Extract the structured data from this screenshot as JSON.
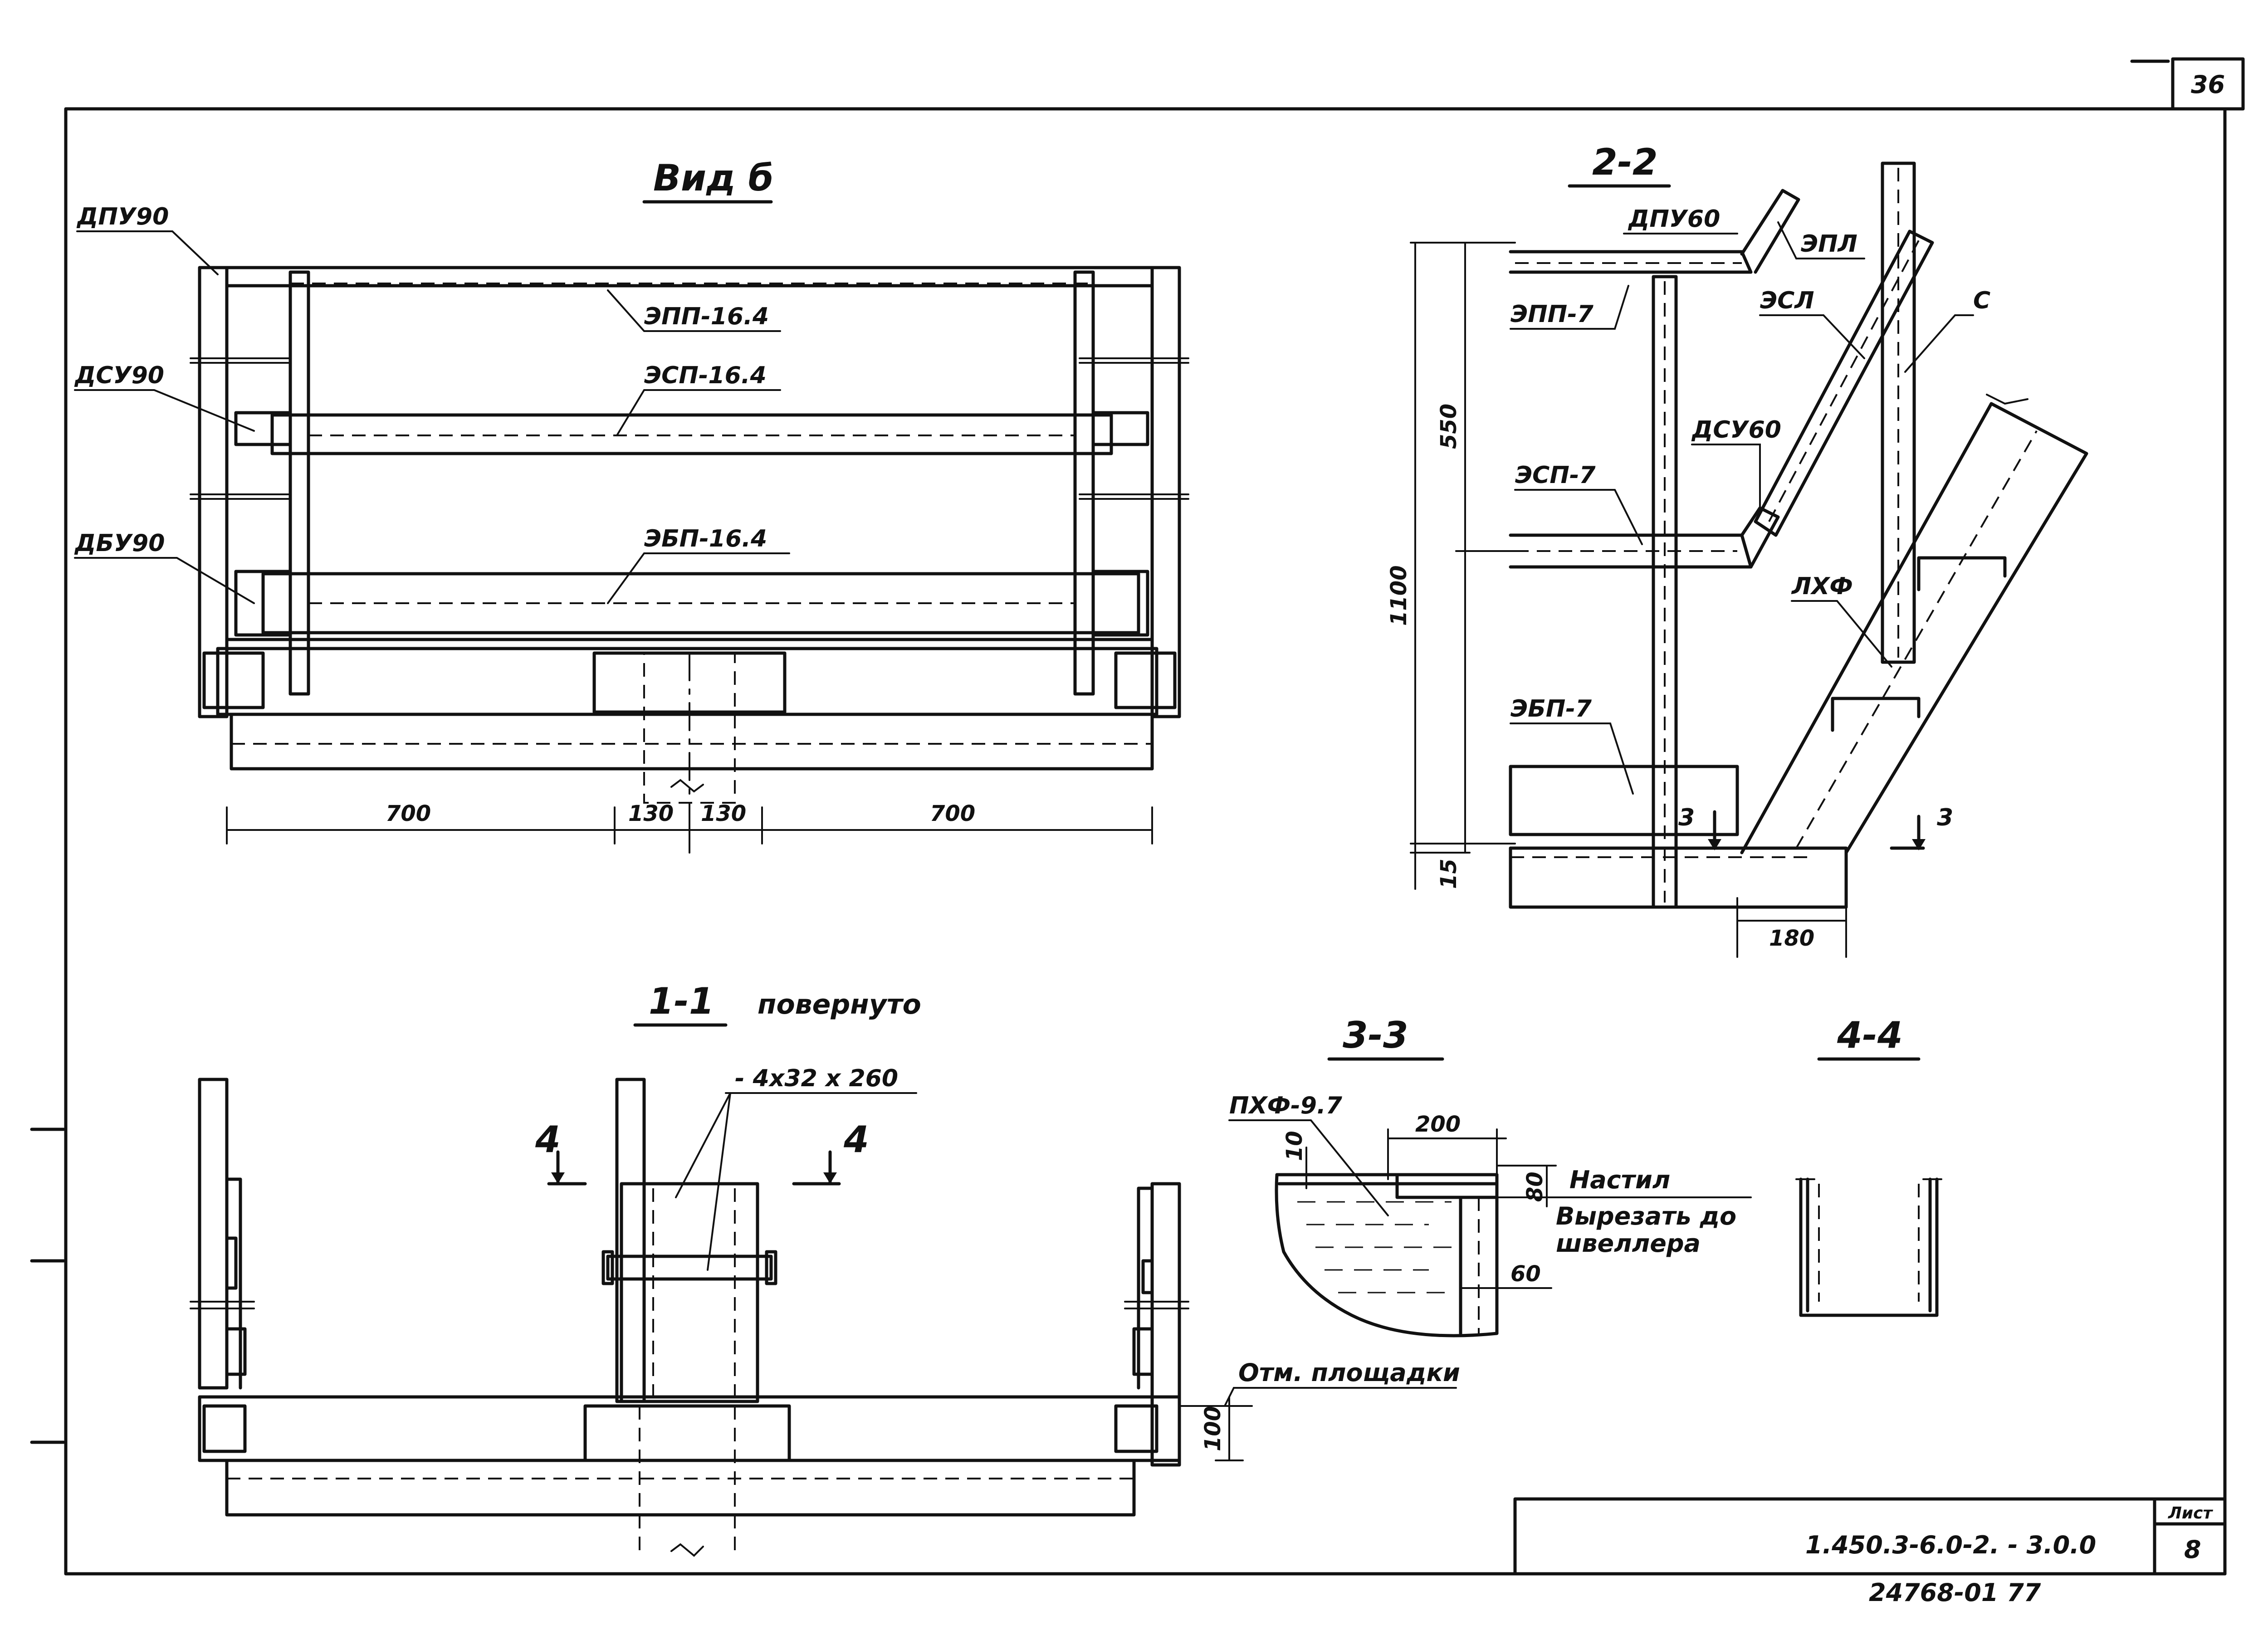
{
  "sheet": {
    "corner_number": "36",
    "doc_code": "1.450.3-6.0-2. - 3.0.0",
    "list_label": "Лист",
    "list_number": "8",
    "bottom_stamp": "24768-01 77"
  },
  "view_b": {
    "title": "Вид б",
    "labels": {
      "dpu": "ДПУ90",
      "dsu": "ДСУ90",
      "dbu": "ДБУ90",
      "epp": "ЭПП-16.4",
      "esp": "ЭСП-16.4",
      "ebp": "ЭБП-16.4"
    },
    "dims": [
      "700",
      "130",
      "130",
      "700"
    ]
  },
  "section_2_2": {
    "title": "2-2",
    "labels": {
      "dpu": "ДПУ60",
      "epl": "ЭПЛ",
      "esl": "ЭСЛ",
      "c": "С",
      "epp": "ЭПП-7",
      "dsu": "ДСУ60",
      "esp": "ЭСП-7",
      "lhf": "ЛХФ",
      "ebp": "ЭБП-7",
      "cut": "3"
    },
    "dims": {
      "d550": "550",
      "d1100": "1100",
      "d15": "15",
      "d180": "180"
    }
  },
  "section_1_1": {
    "title": "1-1",
    "subtitle": "повернуто",
    "plate": "- 4х32 х 260",
    "cut": "4",
    "level_note": "Отм. площадки",
    "dim_100": "100"
  },
  "section_3_3": {
    "title": "3-3",
    "mark": "ПХФ-9.7",
    "d200": "200",
    "d10": "10",
    "d80": "80",
    "d60": "60",
    "note1": "Настил",
    "note2": "Вырезать до",
    "note3": "швеллера"
  },
  "section_4_4": {
    "title": "4-4"
  }
}
